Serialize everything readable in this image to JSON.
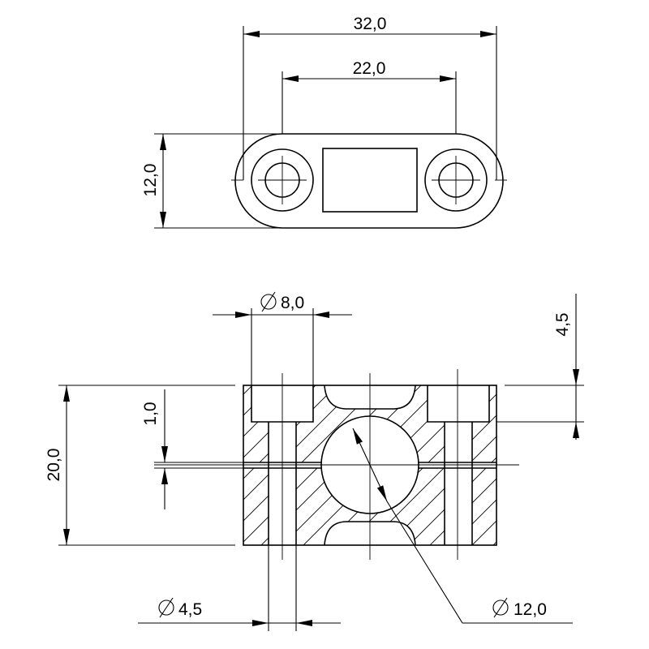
{
  "drawing": {
    "top_view": {
      "dim_overall_width": "32,0",
      "dim_hole_spacing": "22,0",
      "dim_height": "12,0"
    },
    "section_view": {
      "dim_counterbore_diameter": "8,0",
      "dim_counterbore_depth": "4,5",
      "dim_total_height": "20,0",
      "dim_slot_gap": "1,0",
      "dim_hole_diameter": "4,5",
      "dim_bore_diameter": "12,0"
    }
  }
}
